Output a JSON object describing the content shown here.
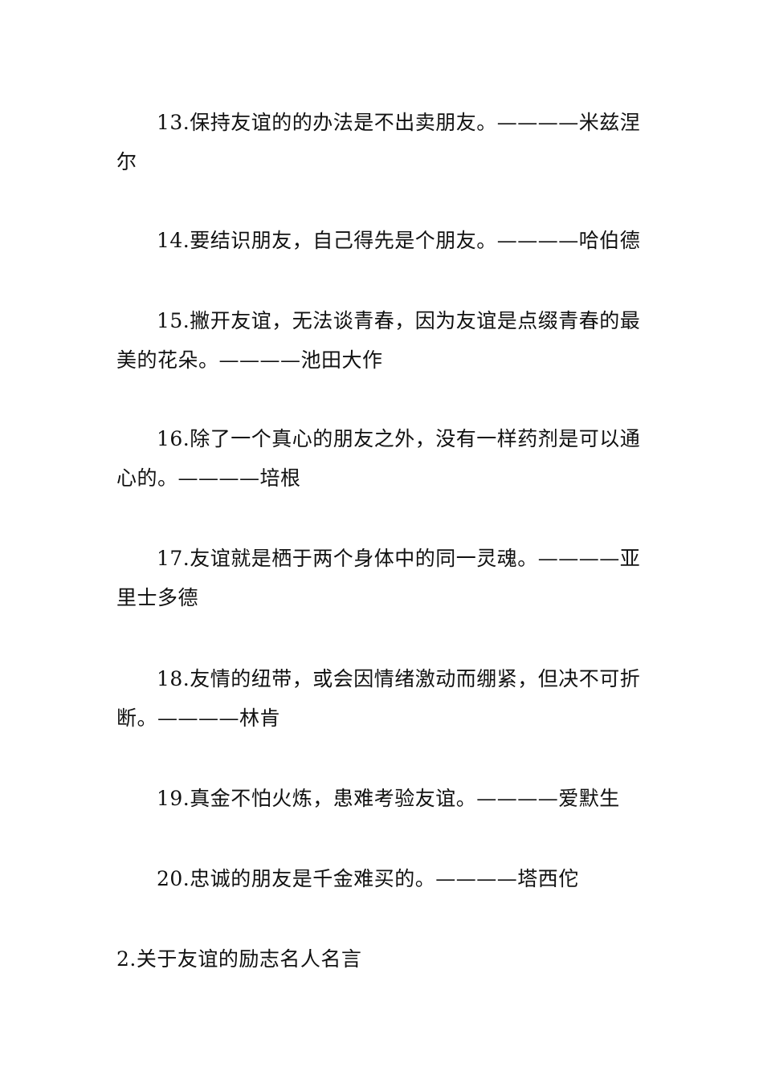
{
  "quotes": [
    {
      "text": "13.保持友谊的的办法是不出卖朋友。————米兹涅尔"
    },
    {
      "text": "14.要结识朋友，自己得先是个朋友。————哈伯德"
    },
    {
      "text": "15.撇开友谊，无法谈青春，因为友谊是点缀青春的最美的花朵。————池田大作"
    },
    {
      "text": "16.除了一个真心的朋友之外，没有一样药剂是可以通心的。————培根"
    },
    {
      "text": "17.友谊就是栖于两个身体中的同一灵魂。————亚里士多德"
    },
    {
      "text": "18.友情的纽带，或会因情绪激动而绷紧，但决不可折断。————林肯"
    },
    {
      "text": "19.真金不怕火炼，患难考验友谊。————爱默生"
    },
    {
      "text": "20.忠诚的朋友是千金难买的。————塔西佗"
    }
  ],
  "section_heading": "2.关于友谊的励志名人名言"
}
